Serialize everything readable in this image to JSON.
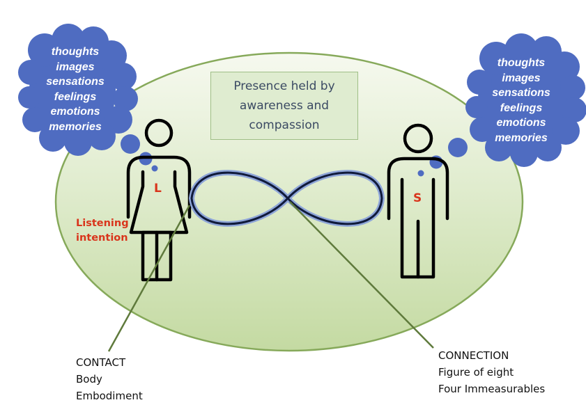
{
  "colors": {
    "ellipse_fill_top": "#f4f8ec",
    "ellipse_fill_bottom": "#c7dca7",
    "ellipse_stroke": "#86a95a",
    "cloud": "#4f6cc1",
    "infinity_glow": "#8ea5d8",
    "infinity_line": "#101a3a",
    "arrow": "#5f7a3c",
    "accent_red": "#d9351c",
    "presence_text": "#3b4a63"
  },
  "thought_clouds": {
    "left": [
      "thoughts",
      "images",
      "sensations",
      "feelings",
      "emotions",
      "memories"
    ],
    "right": [
      "thoughts",
      "images",
      "sensations",
      "feelings",
      "emotions",
      "memories"
    ]
  },
  "presence_box": {
    "lines": [
      "Presence held by",
      "awareness and",
      "compassion"
    ]
  },
  "figures": {
    "listener": {
      "letter": "L",
      "shape": "female-figure-icon"
    },
    "speaker": {
      "letter": "S",
      "shape": "male-figure-icon"
    }
  },
  "listening_label": [
    "Listening",
    "intention"
  ],
  "center_symbol": "infinity-figure-of-eight-icon",
  "captions": {
    "contact": [
      "CONTACT",
      "Body",
      "Embodiment"
    ],
    "connection": [
      "CONNECTION",
      "Figure of eight",
      "Four Immeasurables"
    ]
  }
}
